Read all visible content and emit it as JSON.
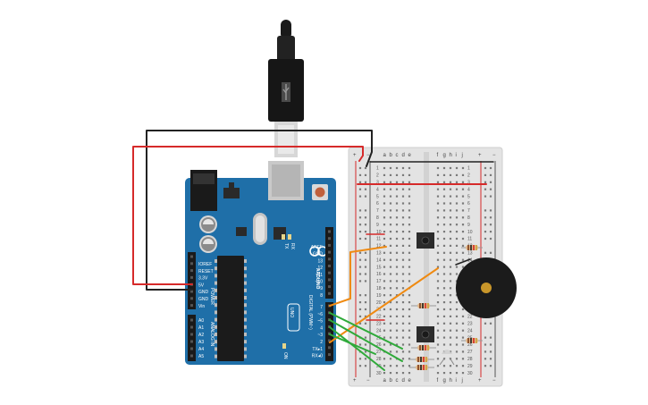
{
  "arduino": {
    "brand_text": "ARDUINO",
    "model_text": "UNO",
    "tx_label": "TX",
    "rx_label": "RX",
    "on_label": "ON",
    "power_header_title": "POWER",
    "analog_header_title": "ANALOG IN",
    "digital_header_title": "DIGITAL (PWM~)",
    "power_pins": [
      "IOREF",
      "RESET",
      "3.3V",
      "5V",
      "GND",
      "GND",
      "Vin"
    ],
    "analog_pins": [
      "A0",
      "A1",
      "A2",
      "A3",
      "A4",
      "A5"
    ],
    "digital_pins_top": [
      "AREF",
      "GND",
      "13",
      "12",
      "~11",
      "~10",
      "~9",
      "8"
    ],
    "digital_pins_bottom": [
      "7",
      "~6",
      "~5",
      "4",
      "~3",
      "2",
      "TX▸1",
      "RX◂0"
    ]
  },
  "breadboard": {
    "columns_left": [
      "a",
      "b",
      "c",
      "d",
      "e"
    ],
    "columns_right": [
      "f",
      "g",
      "h",
      "i",
      "j"
    ],
    "rail_plus": "+",
    "rail_minus": "−",
    "row_count": 30
  },
  "colors": {
    "board_blue": "#1f6fa8",
    "wire_red": "#d62a2a",
    "wire_black": "#222222",
    "wire_orange": "#ef8a12",
    "wire_green": "#2faa3a"
  }
}
